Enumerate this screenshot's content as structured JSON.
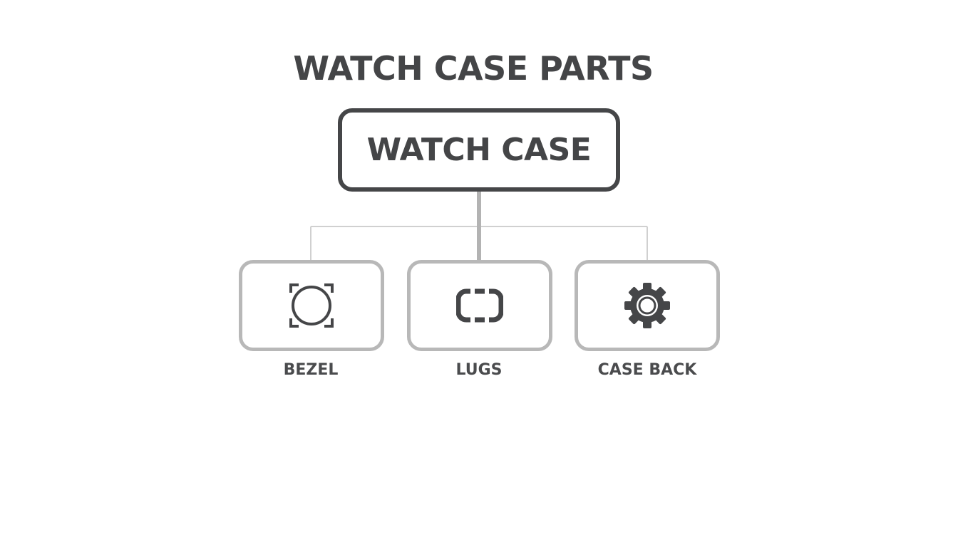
{
  "title": "WATCH CASE PARTS",
  "root": {
    "label": "WATCH CASE"
  },
  "parts": [
    {
      "label": "BEZEL",
      "icon": "bezel-icon"
    },
    {
      "label": "LUGS",
      "icon": "lugs-icon"
    },
    {
      "label": "CASE BACK",
      "icon": "gear-icon"
    }
  ],
  "colors": {
    "primary": "#454648",
    "secondary": "#b8b8b8",
    "connector_light": "#d0d0d0"
  }
}
